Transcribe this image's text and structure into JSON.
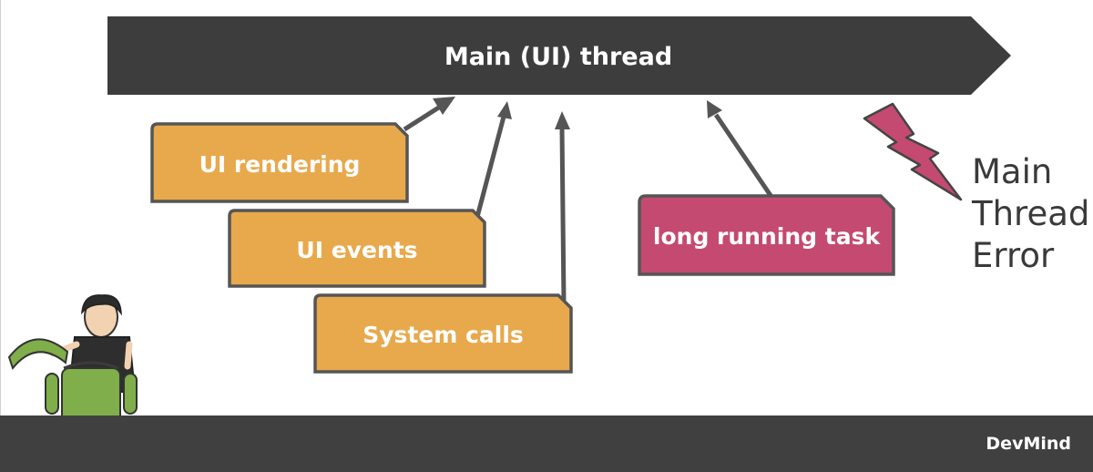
{
  "diagram": {
    "thread": {
      "label": "Main (UI) thread"
    },
    "tasks": [
      {
        "label": "UI rendering"
      },
      {
        "label": "UI events"
      },
      {
        "label": "System calls"
      },
      {
        "label": "long running task"
      }
    ],
    "error": {
      "lines": [
        "Main",
        "Thread",
        "Error"
      ]
    }
  },
  "footer": {
    "brand": "DevMind"
  },
  "colors": {
    "thread_bg": "#3d3d3d",
    "task_orange": "#e8a94c",
    "task_pink": "#c44a72",
    "error_bolt": "#c44a72",
    "footer_bg": "#404040",
    "arrow": "#555555"
  },
  "icons": [
    "lightning-bolt-icon",
    "android-mascot-illustration"
  ]
}
